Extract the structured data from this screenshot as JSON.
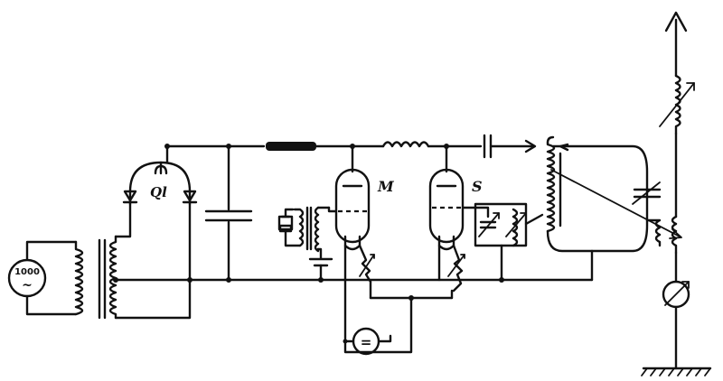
{
  "labels": {
    "rectifier": "Ql",
    "modulator_tube": "M",
    "oscillator_tube": "S",
    "alternator_value": "1000",
    "alternator_symbol": "~",
    "dc_generator_symbol": "="
  }
}
